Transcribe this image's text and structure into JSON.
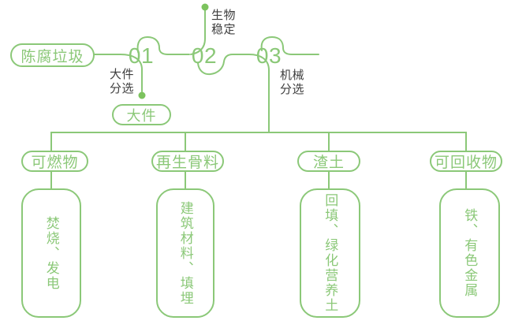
{
  "colors": {
    "green": "#8bc878",
    "green_dot": "#7cc35e",
    "label_dark": "#3e3e3e",
    "background": "#ffffff"
  },
  "source": {
    "label": "陈腐垃圾"
  },
  "stages": [
    {
      "number": "01",
      "annotation": "大件\n分选",
      "output": "大件"
    },
    {
      "number": "02",
      "annotation": "生物\n稳定"
    },
    {
      "number": "03",
      "annotation": "机械\n分选"
    }
  ],
  "branches": [
    {
      "category": "可燃物",
      "result": "焚烧、发电"
    },
    {
      "category": "再生骨料",
      "result": "建筑材料、填埋"
    },
    {
      "category": "渣土",
      "result": "回填、绿化营养土"
    },
    {
      "category": "可回收物",
      "result": "铁、有色金属"
    }
  ]
}
